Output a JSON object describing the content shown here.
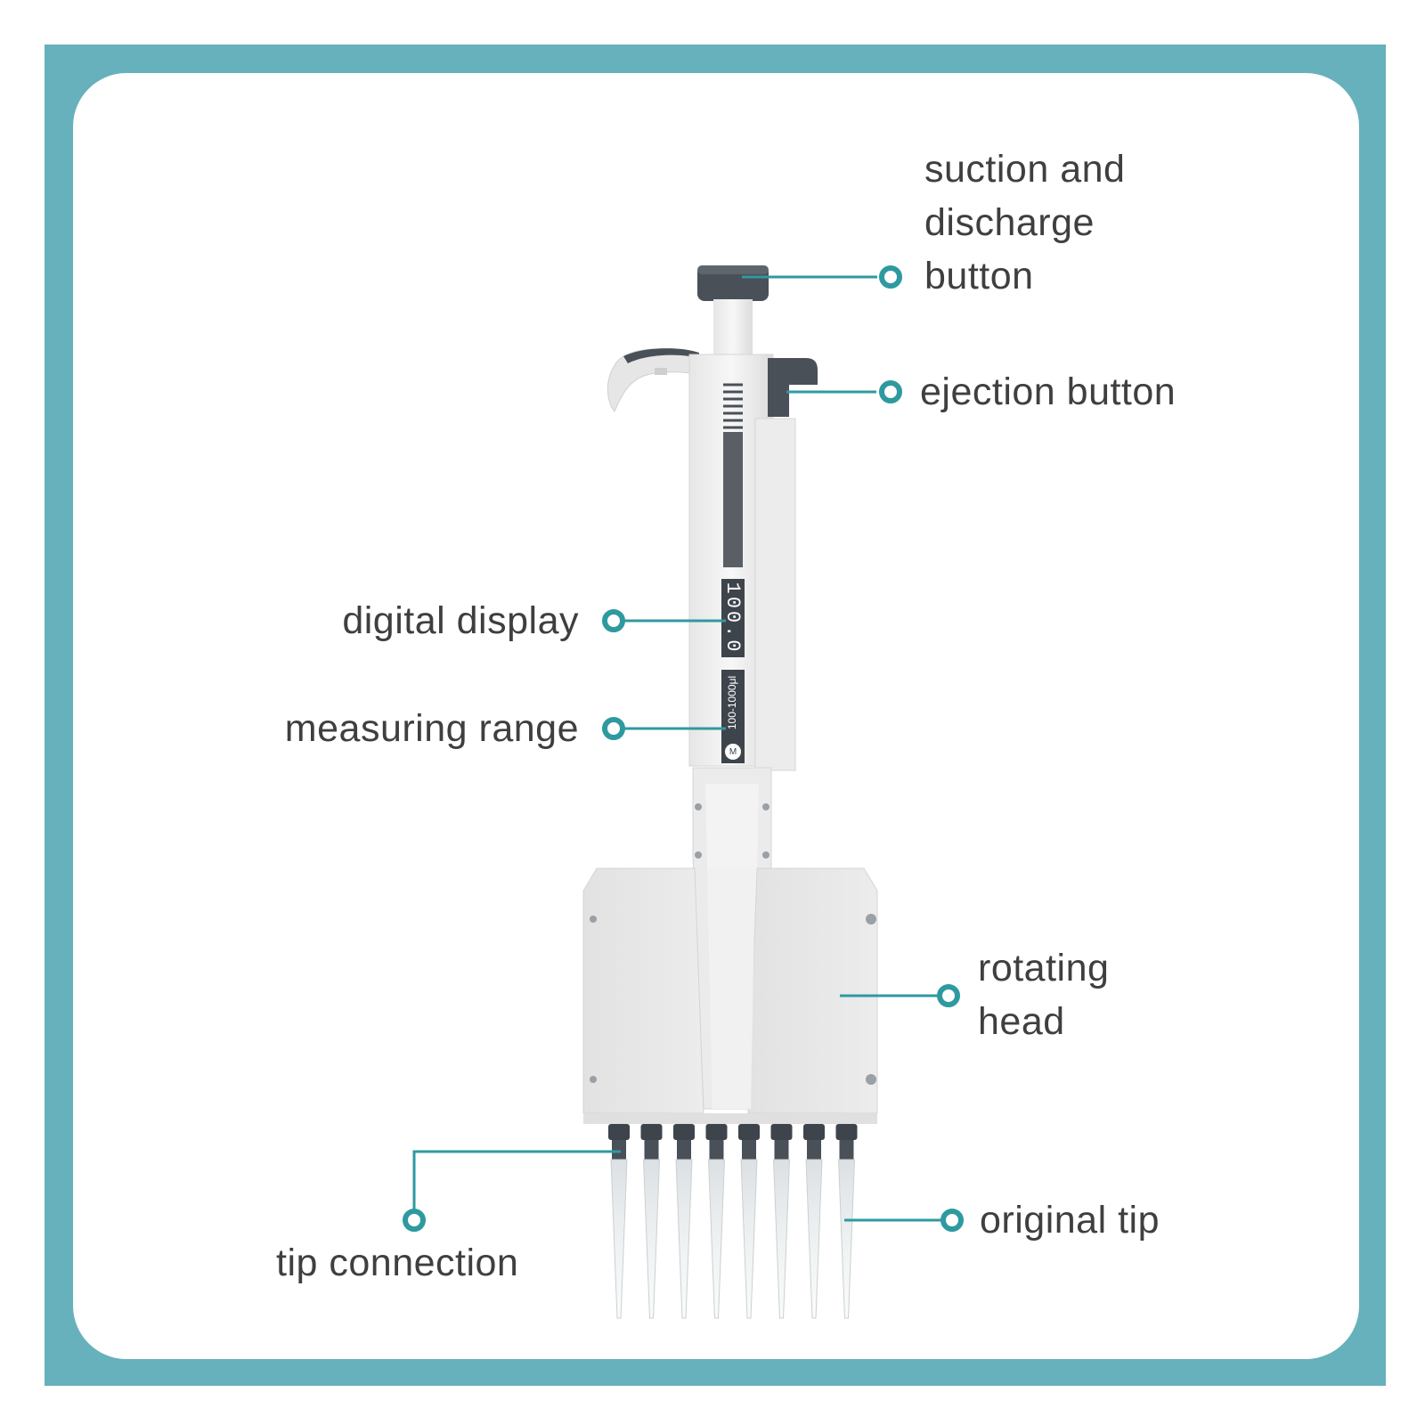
{
  "colors": {
    "frame": "#66b1bb",
    "accent": "#2e9aa0",
    "body": "#f0f0f0",
    "dark": "#4a5058",
    "text": "#3f3f3f"
  },
  "labels": {
    "suction": [
      "suction and",
      "discharge",
      "button"
    ],
    "ejection": "ejection button",
    "digital_display": "digital display",
    "measuring_range": "measuring range",
    "rotating_head": [
      "rotating",
      "head"
    ],
    "tip_connection": "tip connection",
    "original_tip": "original tip"
  },
  "device": {
    "display_value": "100.0",
    "range_text": "100-1000μl",
    "channels": 8
  }
}
